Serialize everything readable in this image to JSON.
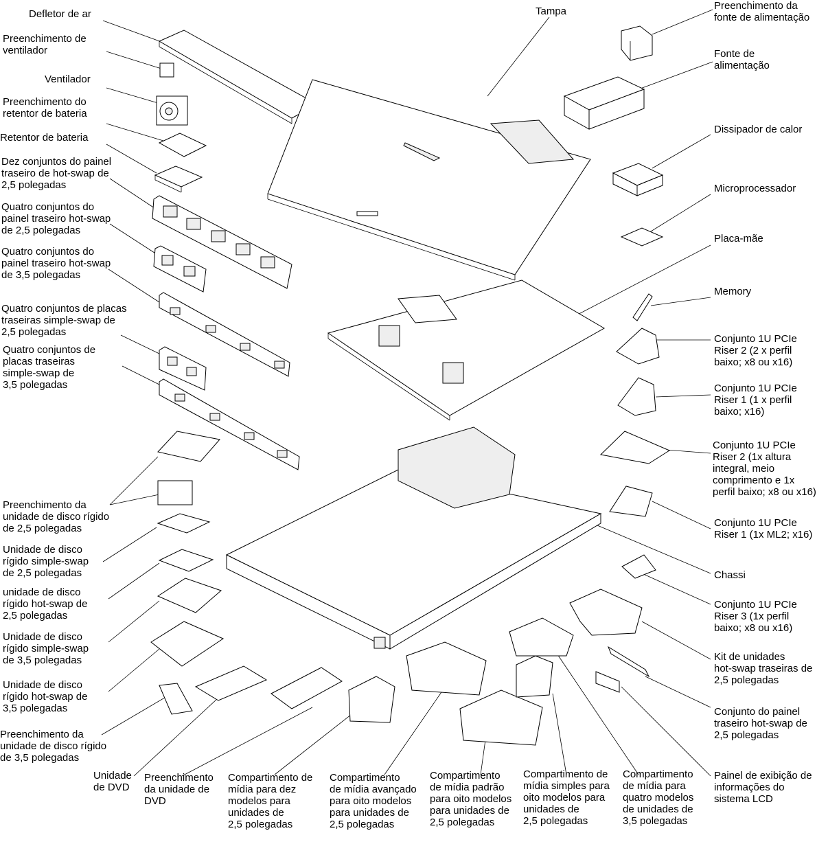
{
  "labels": {
    "defletor": "Defletor de ar",
    "tampa": "Tampa",
    "preench_fonte": "Preenchimento da\nfonte de alimentação",
    "preench_vent": "Preenchimento de\nventilador",
    "fonte": "Fonte de\nalimentação",
    "ventilador": "Ventilador",
    "preench_retentor": "Preenchimento do\nretentor de bateria",
    "dissipador": "Dissipador de calor",
    "retentor": "Retentor de bateria",
    "dez_conj": "Dez conjuntos do painel\ntraseiro de hot-swap de\n2,5 polegadas",
    "microproc": "Microprocessador",
    "quatro_25": "Quatro conjuntos do\npainel traseiro hot-swap\nde 2,5 polegadas",
    "placa_mae": "Placa-mãe",
    "quatro_35": "Quatro conjuntos do\npainel traseiro hot-swap\nde 3,5 polegadas",
    "memory": "Memory",
    "quatro_simple_25": "Quatro conjuntos de placas\ntraseiras simple-swap de\n2,5 polegadas",
    "riser2a": "Conjunto 1U PCIe\nRiser 2 (2 x perfil\nbaixo; x8 ou x16)",
    "quatro_simple_35": "Quatro conjuntos de\nplacas traseiras\nsimple-swap de\n3,5 polegadas",
    "riser1a": "Conjunto 1U PCIe\nRiser 1 (1 x perfil\nbaixo; x16)",
    "riser2b": "Conjunto 1U PCIe\nRiser 2 (1x altura\nintegral, meio\ncomprimento e 1x\nperfil baixo; x8 ou x16)",
    "preench_hd25": "Preenchimento da\nunidade de disco rígido\nde 2,5 polegadas",
    "riser1b": "Conjunto 1U PCIe\nRiser 1 (1x ML2; x16)",
    "hd_ss25": "Unidade de disco\nrígido simple-swap\nde 2,5 polegadas",
    "chassi": "Chassi",
    "hd_hs25": "unidade de disco\nrígido hot-swap de\n2,5 polegadas",
    "riser3": "Conjunto 1U PCIe\nRiser 3 (1x perfil\nbaixo; x8 ou x16)",
    "hd_ss35": "Unidade de disco\nrígido simple-swap\nde 3,5 polegadas",
    "kit_traseiras": "Kit de unidades\nhot-swap traseiras de\n2,5 polegadas",
    "hd_hs35": "Unidade de disco\nrígido hot-swap de\n3,5 polegadas",
    "conj_painel_25": "Conjunto do painel\ntraseiro hot-swap de\n2,5 polegadas",
    "preench_hd35": "Preenchimento da\nunidade de disco rígido\nde 3,5 polegadas",
    "painel_lcd": "Painel de exibição de\ninformações do\nsistema LCD",
    "dvd": "Unidade\nde DVD",
    "preench_dvd": "Preenchimento\nda unidade de\nDVD",
    "comp_dez": "Compartimento de\nmídia para dez\nmodelos para\nunidades de\n2,5 polegadas",
    "comp_avancado": "Compartimento\nde mídia avançado\npara oito modelos\npara unidades de\n2,5 polegadas",
    "comp_padrao": "Compartimento\nde mídia padrão\npara oito modelos\npara unidades de\n2,5 polegadas",
    "comp_simples": "Compartimento de\nmídia simples para\noito modelos para\nunidades de\n2,5 polegadas",
    "comp_quatro": "Compartimento\nde mídia para\nquatro modelos\nde unidades de\n3,5 polegadas"
  }
}
